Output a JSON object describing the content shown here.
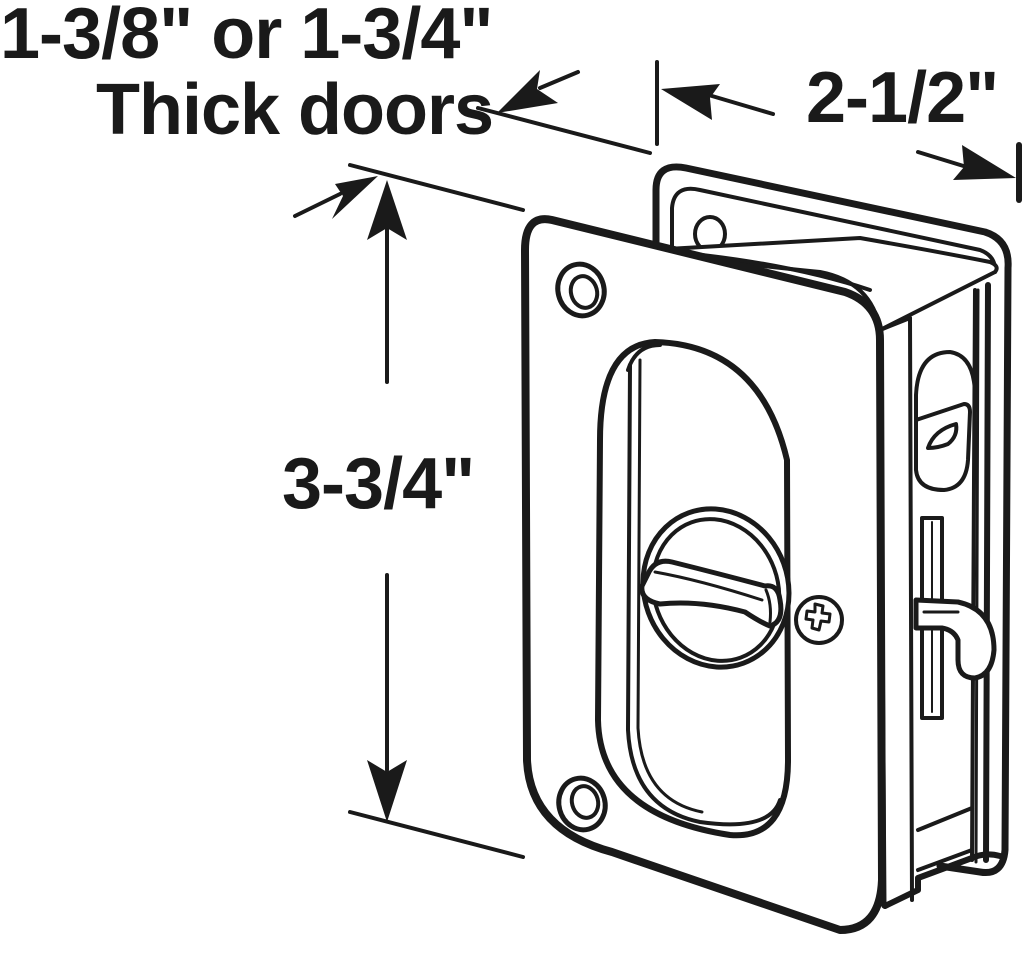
{
  "diagram": {
    "subject": "Pocket door privacy lock",
    "colors": {
      "ink": "#1a1a1a",
      "background": "#ffffff"
    },
    "dimensions": {
      "door_thickness": {
        "line1": "1-3/8\" or 1-3/4\"",
        "line2": "Thick doors"
      },
      "width": {
        "label": "2-1/2\""
      },
      "height": {
        "label": "3-3/4\""
      }
    },
    "parts": [
      {
        "name": "front-plate",
        "description": "Rectangular face plate with two screw holes"
      },
      {
        "name": "recessed-pull",
        "description": "Oval finger pull recess"
      },
      {
        "name": "privacy-turn",
        "description": "Thumb turn knob"
      },
      {
        "name": "mounting-screw",
        "description": "Phillips screw"
      },
      {
        "name": "edge-pull",
        "description": "Edge pull with latch hook"
      },
      {
        "name": "rear-plate",
        "description": "Back mounting plate"
      }
    ]
  }
}
